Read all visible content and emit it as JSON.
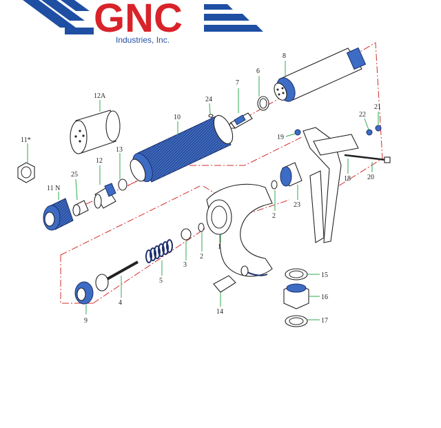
{
  "logo": {
    "brand": "GNC",
    "subtitle": "Industries, Inc.",
    "brand_color": "#d8232a",
    "accent_color": "#1f4fa3"
  },
  "diagram": {
    "leader_color": "#2fa84f",
    "assembly_line_color": "#d22b2b",
    "part_color": "#3d6cc4",
    "labels": [
      "1",
      "2",
      "2",
      "3",
      "4",
      "5",
      "6",
      "7",
      "8",
      "9",
      "10",
      "11*",
      "11 N",
      "12",
      "12A",
      "13",
      "14",
      "15",
      "16",
      "17",
      "18",
      "19",
      "20",
      "21",
      "22",
      "23",
      "24",
      "25"
    ]
  }
}
